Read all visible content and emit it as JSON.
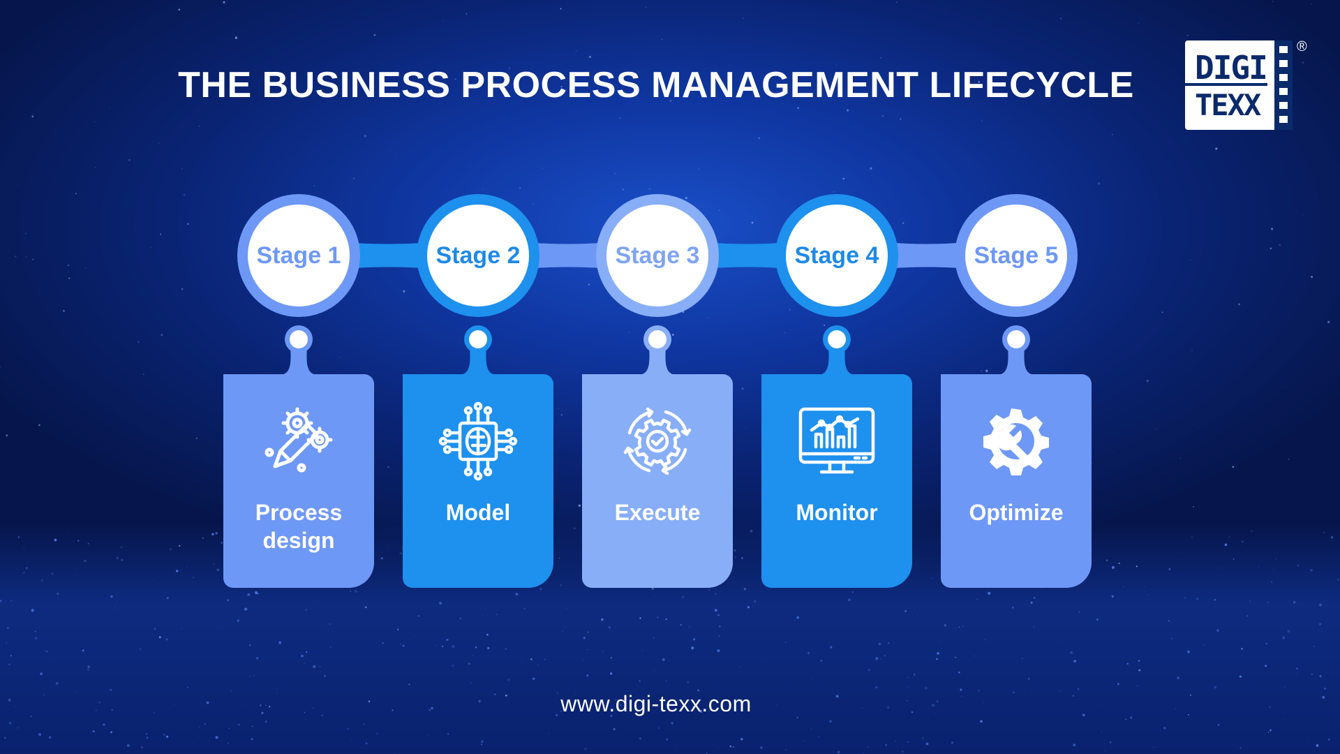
{
  "title": "THE BUSINESS PROCESS MANAGEMENT LIFECYCLE",
  "logo": {
    "line1": "DIGI",
    "line2": "TEXX",
    "mark": "®"
  },
  "footer": "www.digi-texx.com",
  "colors": {
    "background": "#0f36a0",
    "light_blue": "#6e98f5",
    "bright_blue": "#1e90ee",
    "pale_blue": "#88aef7",
    "text_dark": "#1c7be0"
  },
  "stages": [
    {
      "label": "Stage 1",
      "name": "Process design",
      "icon": "pencil-gears-icon",
      "color": "#6e98f5",
      "text_color": "#6e98f5"
    },
    {
      "label": "Stage 2",
      "name": "Model",
      "icon": "ai-chip-icon",
      "color": "#1e90ee",
      "text_color": "#1e8ae6"
    },
    {
      "label": "Stage 3",
      "name": "Execute",
      "icon": "gear-check-icon",
      "color": "#88aef7",
      "text_color": "#7fa4f2"
    },
    {
      "label": "Stage 4",
      "name": "Monitor",
      "icon": "monitor-chart-icon",
      "color": "#1e90ee",
      "text_color": "#1e8ae6"
    },
    {
      "label": "Stage 5",
      "name": "Optimize",
      "icon": "gear-wrench-icon",
      "color": "#6e98f5",
      "text_color": "#6e98f5"
    }
  ]
}
